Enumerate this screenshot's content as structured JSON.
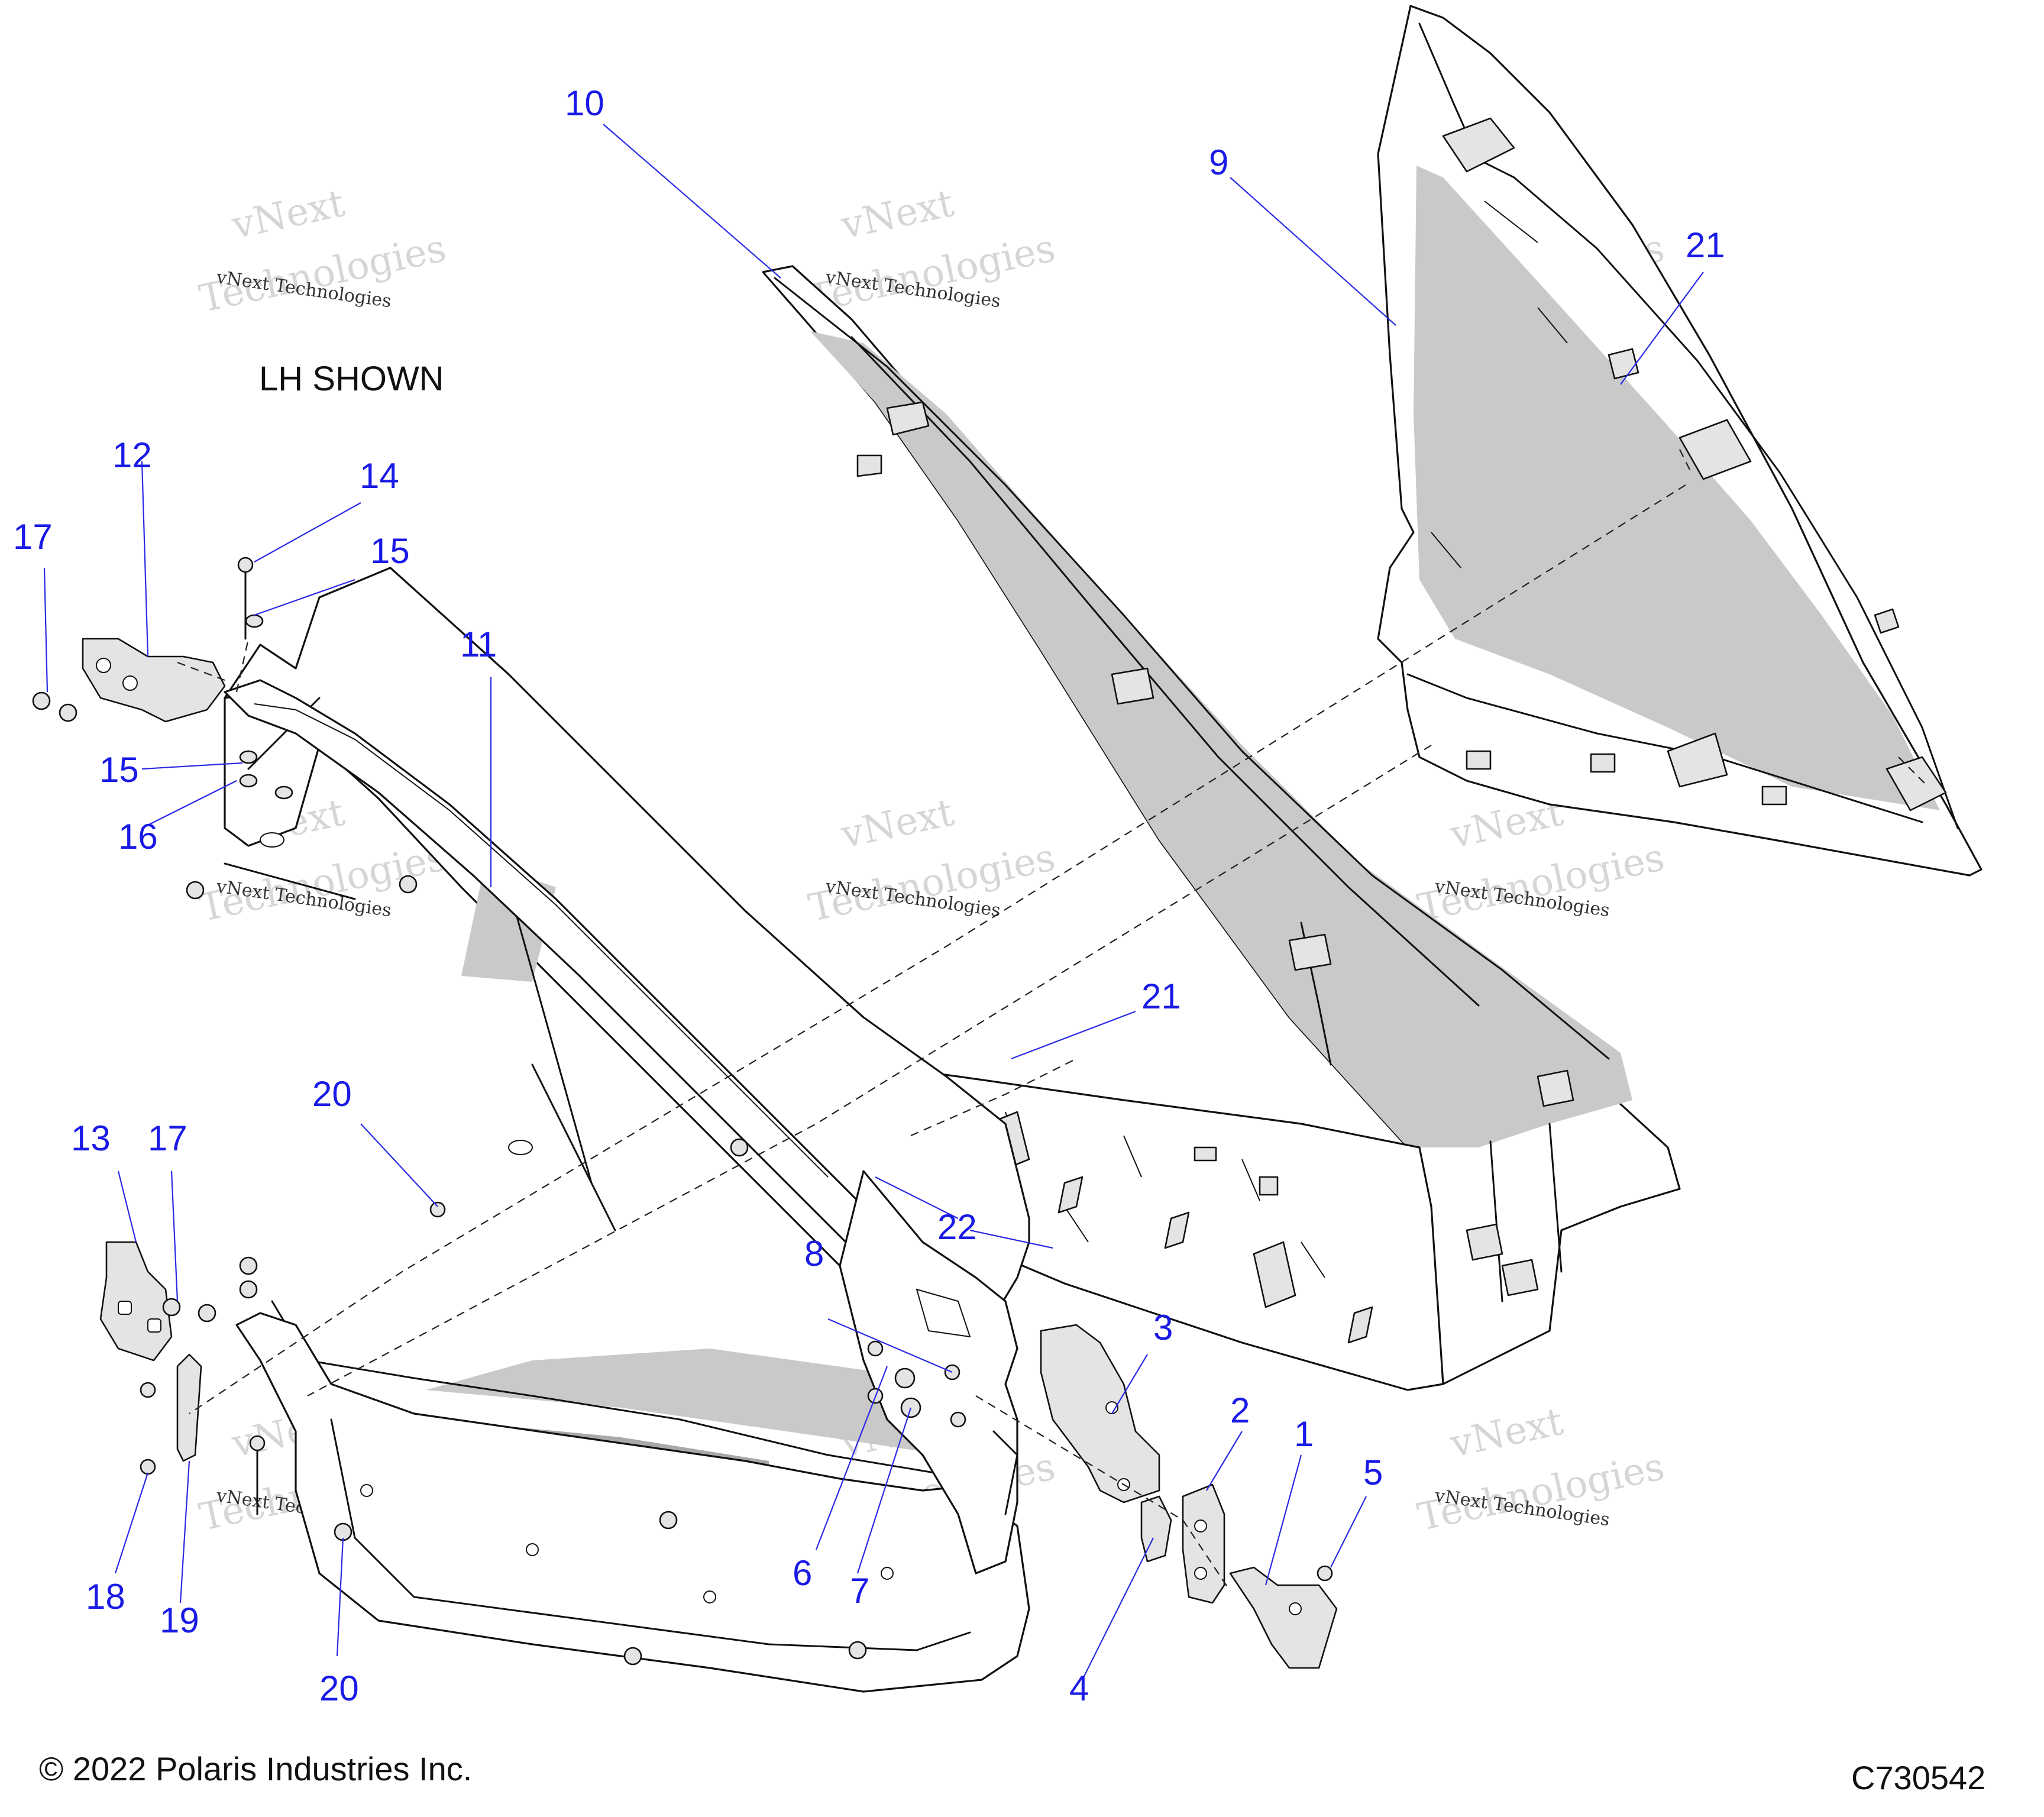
{
  "note": "LH SHOWN",
  "copyright": "© 2022 Polaris Industries Inc.",
  "figure_code": "C730542",
  "watermark": {
    "line1": "vNext",
    "line2": "vNext Technologies",
    "line3": "Technologies"
  },
  "callouts": {
    "c1": "1",
    "c2": "2",
    "c3": "3",
    "c4": "4",
    "c5": "5",
    "c6": "6",
    "c7": "7",
    "c8": "8",
    "c9": "9",
    "c10": "10",
    "c11": "11",
    "c12": "12",
    "c13": "13",
    "c14": "14",
    "c15a": "15",
    "c15b": "15",
    "c16": "16",
    "c17a": "17",
    "c17b": "17",
    "c18": "18",
    "c19": "19",
    "c20a": "20",
    "c20b": "20",
    "c21a": "21",
    "c21b": "21",
    "c22": "22"
  },
  "colors": {
    "callout": "#1a1ae6",
    "line": "#111111",
    "shade": "#c9c9c9"
  }
}
